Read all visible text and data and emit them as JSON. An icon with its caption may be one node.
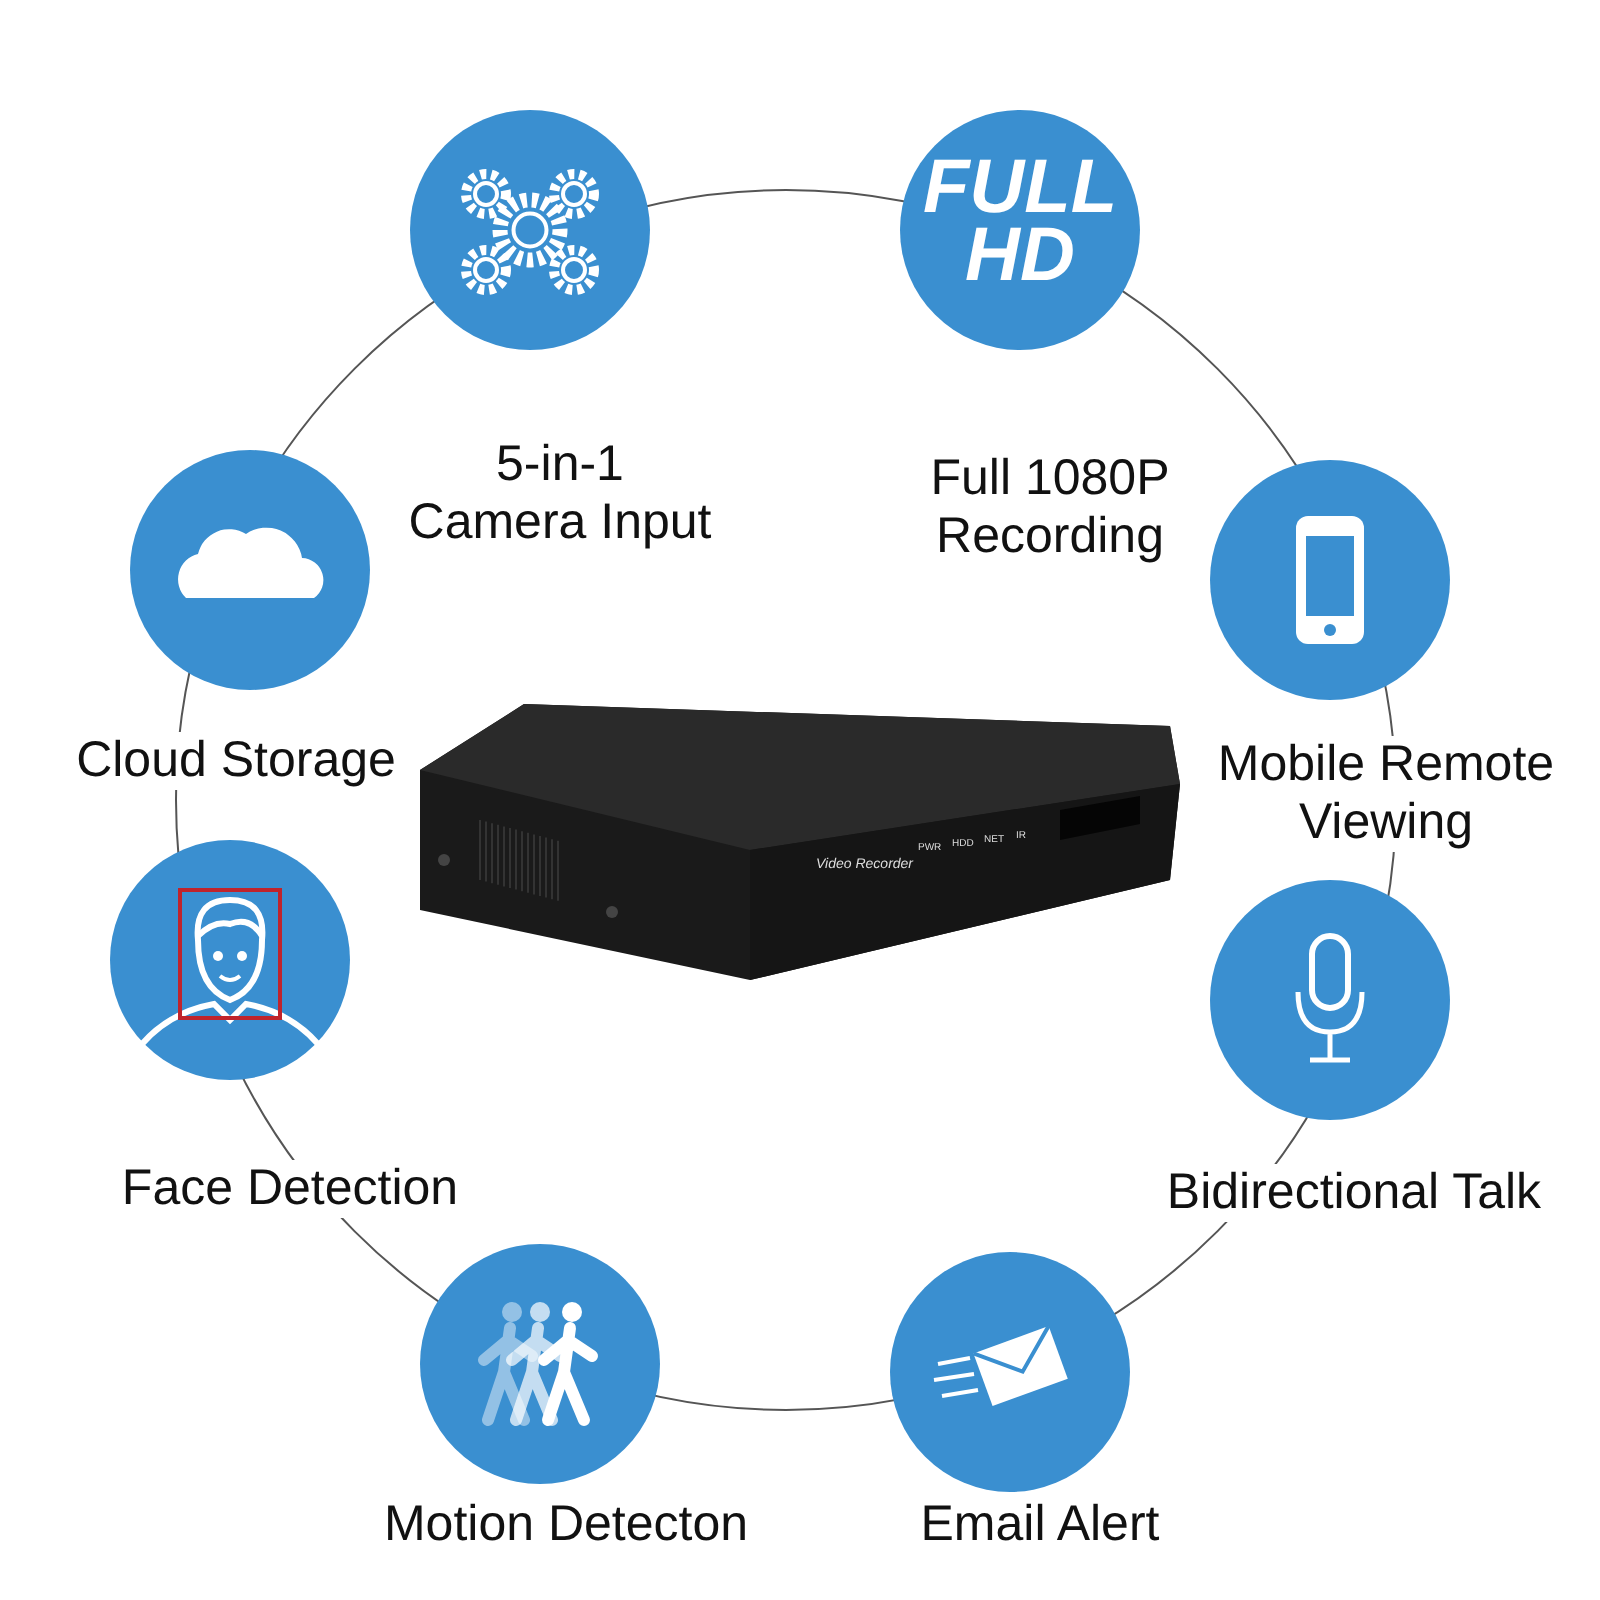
{
  "diagram": {
    "nodes": [
      {
        "text": [
          "5-in-1 Camera Input"
        ]
      },
      {
        "text": [
          "FULL HD",
          "Full 1080P Recording"
        ]
      },
      {
        "text": [
          "Cloud Storage"
        ]
      },
      {
        "text": [
          "Mobile Remote Viewing"
        ]
      },
      {
        "text": [
          "Face Detection"
        ]
      },
      {
        "text": [
          "Bidirectional Talk"
        ]
      },
      {
        "text": [
          "Motion Detecton"
        ]
      },
      {
        "text": [
          "Email Alert"
        ]
      }
    ],
    "labels": [
      "Video Recorder",
      "PWR",
      "HDD",
      "NET",
      "IR"
    ]
  }
}
